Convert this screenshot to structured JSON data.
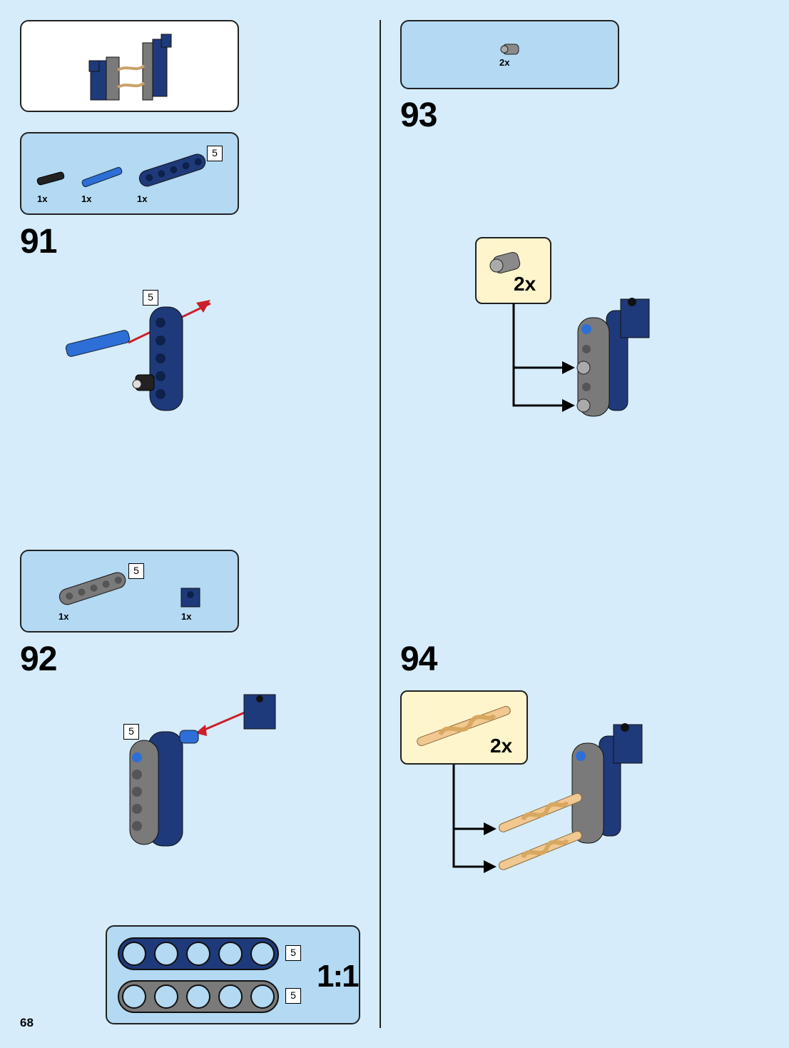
{
  "page_number": "68",
  "colors": {
    "background": "#d6ecfa",
    "parts_box": "#b3d9f3",
    "callout": "#fff5cc",
    "arrow_red": "#cc1f2a",
    "dark_blue": "#1f3a7a",
    "medium_blue": "#2d6fd6",
    "gray": "#7a7a7a",
    "tan": "#f0c890"
  },
  "submodel_preview": {
    "label": ""
  },
  "steps": [
    {
      "number": "91",
      "parts": [
        {
          "qty": "1x",
          "icon": "black-pin-icon"
        },
        {
          "qty": "1x",
          "icon": "blue-axle-pin-icon"
        },
        {
          "qty": "1x",
          "icon": "dark-blue-beam-5-icon",
          "length": "5"
        }
      ],
      "beam_label": "5"
    },
    {
      "number": "92",
      "parts": [
        {
          "qty": "1x",
          "icon": "gray-beam-5-icon",
          "length": "5"
        },
        {
          "qty": "1x",
          "icon": "dark-blue-brick-icon"
        }
      ],
      "beam_label": "5"
    },
    {
      "number": "93",
      "parts": [
        {
          "qty": "2x",
          "icon": "gray-bush-icon"
        }
      ],
      "callout_qty": "2x"
    },
    {
      "number": "94",
      "callout_qty": "2x"
    }
  ],
  "scale_box": {
    "ratio": "1:1",
    "beams": [
      {
        "length": "5",
        "color": "dark-blue"
      },
      {
        "length": "5",
        "color": "gray"
      }
    ]
  }
}
